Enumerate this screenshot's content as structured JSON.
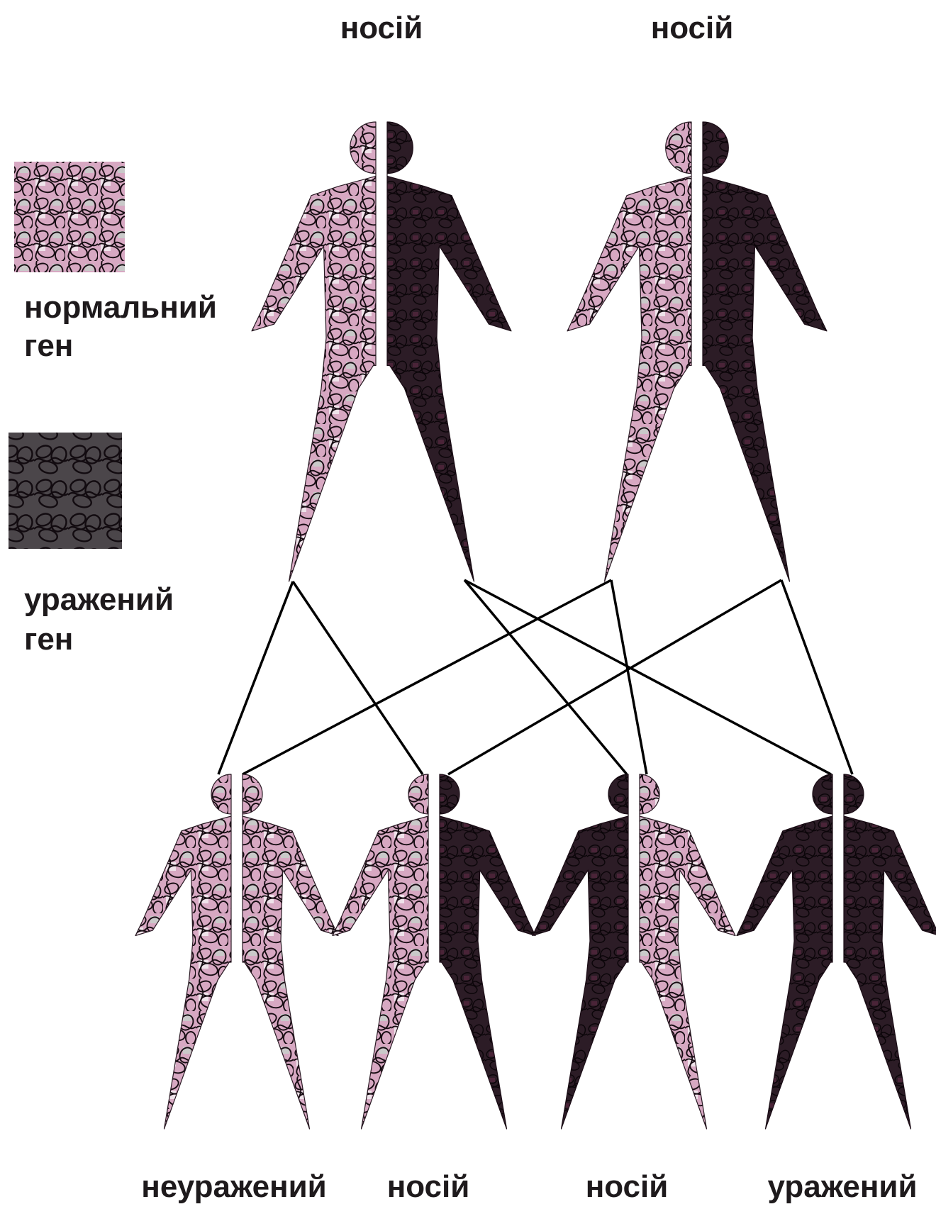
{
  "parents": [
    {
      "label": "носій",
      "left": "normal",
      "right": "affected"
    },
    {
      "label": "носій",
      "left": "normal",
      "right": "affected"
    }
  ],
  "children": [
    {
      "label": "неуражений",
      "left": "normal",
      "right": "normal"
    },
    {
      "label": "носій",
      "left": "normal",
      "right": "affected"
    },
    {
      "label": "носій",
      "left": "affected",
      "right": "normal"
    },
    {
      "label": "уражений",
      "left": "affected",
      "right": "affected"
    }
  ],
  "legend": {
    "normal": {
      "line1": "нормальний",
      "line2": "ген"
    },
    "affected": {
      "line1": "уражений",
      "line2": "ген"
    }
  },
  "colors": {
    "normal_fill": "#d7a8c2",
    "normal_fill_alt": "#c2c2c2",
    "affected_fill": "#3a2a34",
    "affected_fill_alt": "#4b464a",
    "scribble": "#160c12",
    "line": "#000000"
  }
}
